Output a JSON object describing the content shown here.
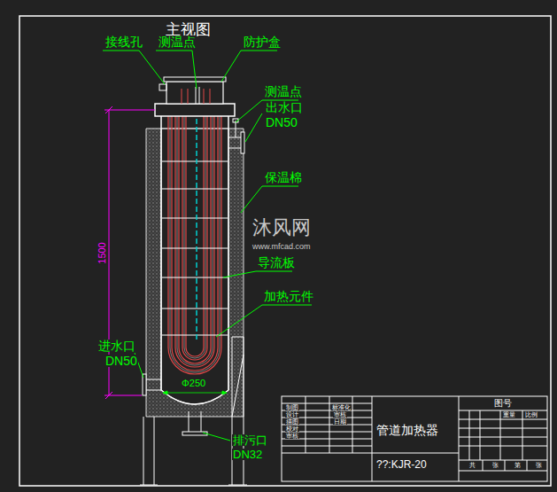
{
  "diagram": {
    "title": "主视图",
    "labels": [
      "接线孔",
      "测温点",
      "防护盒",
      "测温点",
      "出水口",
      "DN50",
      "保温棉",
      "导流板",
      "加热元件",
      "进水口",
      "DN50",
      "Φ250",
      "1500",
      "排污口",
      "DN32",
      "管道加热器",
      "??:KJR-20",
      "图号",
      "制图",
      "设计",
      "描图",
      "校对",
      "审核",
      "标准化",
      "审核",
      "日期",
      "重量",
      "比例",
      "共",
      "张",
      "第",
      "张",
      "沐风网",
      "www.mfcad.com"
    ]
  }
}
